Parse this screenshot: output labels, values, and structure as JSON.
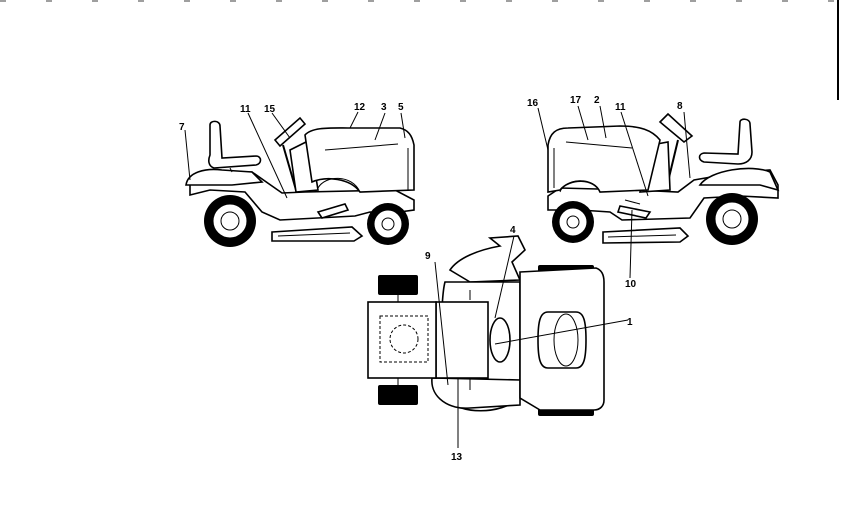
{
  "diagram": {
    "callouts": {
      "left_view": [
        "7",
        "11",
        "15",
        "12",
        "3",
        "5"
      ],
      "right_view": [
        "16",
        "17",
        "2",
        "11",
        "8",
        "10"
      ],
      "top_view": [
        "9",
        "4",
        "1",
        "13"
      ]
    }
  }
}
